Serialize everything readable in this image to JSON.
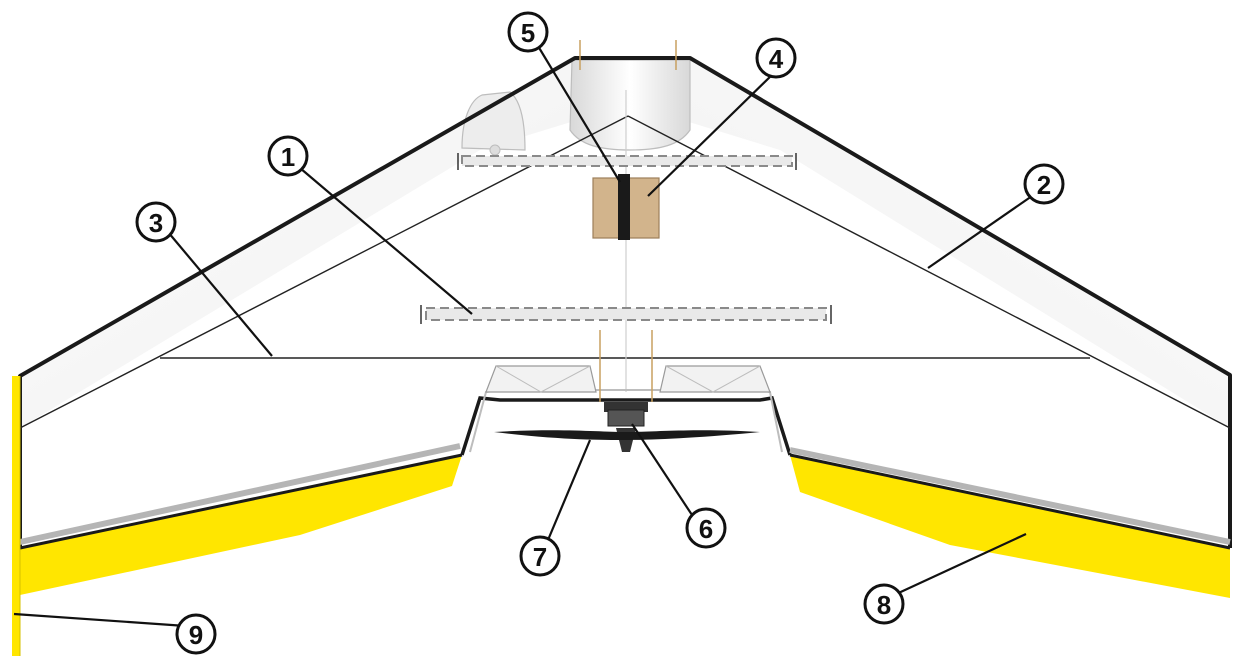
{
  "colors": {
    "wing_fill": "#ffffff",
    "wing_shade": "#e6e6e6",
    "elevon": "#ffe600",
    "wood_block": "#d2b48c",
    "spar_dash": "#9a9a9a",
    "outline": "#1a1a1a",
    "strut": "#c8a060"
  },
  "callouts": [
    {
      "id": "1",
      "label": "1"
    },
    {
      "id": "2",
      "label": "2"
    },
    {
      "id": "3",
      "label": "3"
    },
    {
      "id": "4",
      "label": "4"
    },
    {
      "id": "5",
      "label": "5"
    },
    {
      "id": "6",
      "label": "6"
    },
    {
      "id": "7",
      "label": "7"
    },
    {
      "id": "8",
      "label": "8"
    },
    {
      "id": "9",
      "label": "9"
    }
  ]
}
